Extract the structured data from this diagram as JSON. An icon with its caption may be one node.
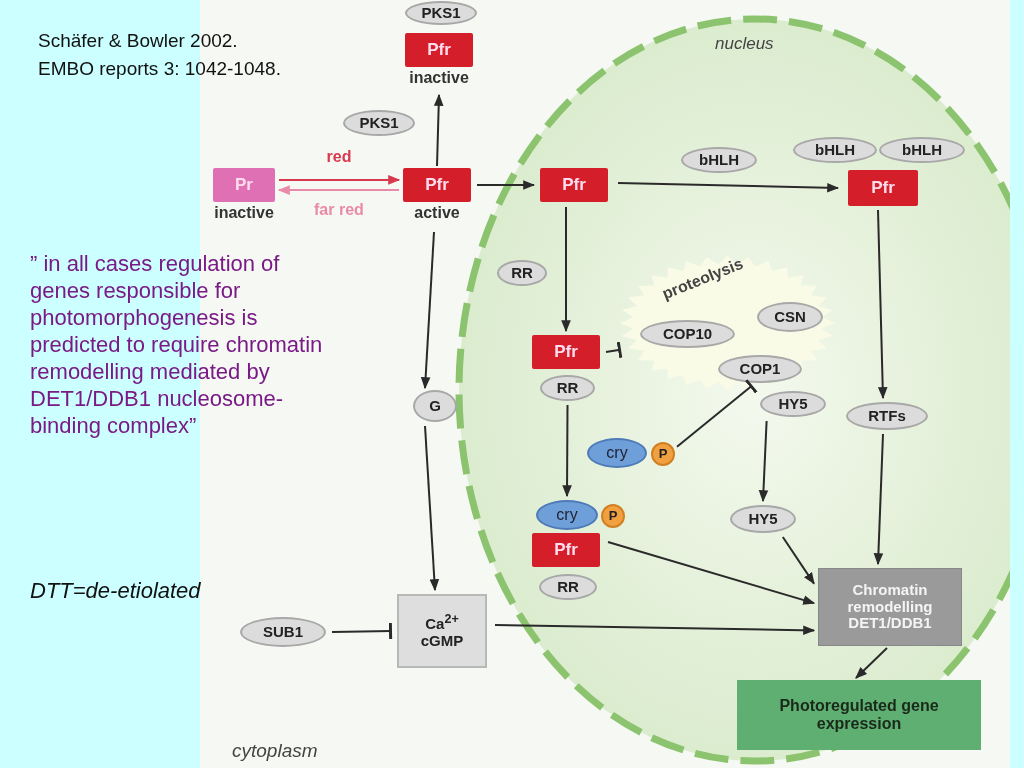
{
  "diagram": {
    "nodes": [
      {
        "text": [
          "nucleus"
        ]
      },
      {
        "text": [
          "PKS1"
        ]
      },
      {
        "text": [
          "Pfr"
        ],
        "beside": [
          "inactive"
        ]
      },
      {
        "text": [
          "PKS1"
        ]
      },
      {
        "text": [
          "Pr"
        ],
        "beside": [
          "inactive"
        ]
      },
      {
        "text": [
          "Pfr"
        ],
        "beside": [
          "active"
        ]
      },
      {
        "text": [
          "Pfr"
        ],
        "in": 0
      },
      {
        "text": [
          "bHLH"
        ],
        "in": 0
      },
      {
        "text": [
          "bHLH"
        ],
        "in": 0
      },
      {
        "text": [
          "bHLH"
        ],
        "in": 0
      },
      {
        "text": [
          "Pfr"
        ],
        "in": 0
      },
      {
        "text": [
          "RR"
        ],
        "in": 0
      },
      {
        "text": [
          "proteolysis"
        ],
        "in": 0
      },
      {
        "text": [
          "CSN"
        ],
        "in": 12
      },
      {
        "text": [
          "COP10"
        ],
        "in": 12
      },
      {
        "text": [
          "COP1"
        ],
        "in": 12
      },
      {
        "text": [
          "Pfr"
        ],
        "in": 0
      },
      {
        "text": [
          "RR"
        ],
        "in": 0
      },
      {
        "text": [
          "HY5"
        ],
        "in": 0
      },
      {
        "text": [
          "RTFs"
        ],
        "in": 0
      },
      {
        "text": [
          "G"
        ]
      },
      {
        "text": [
          "cry"
        ],
        "in": 0
      },
      {
        "text": [
          "P"
        ],
        "in": 0
      },
      {
        "text": [
          "cry"
        ],
        "in": 0
      },
      {
        "text": [
          "P"
        ],
        "in": 0
      },
      {
        "text": [
          "Pfr"
        ],
        "in": 0
      },
      {
        "text": [
          "RR"
        ],
        "in": 0
      },
      {
        "text": [
          "HY5"
        ],
        "in": 0
      },
      {
        "text": [
          "Chromatin remodelling DET1/DDB1"
        ],
        "in": 0
      },
      {
        "text": [
          "SUB1"
        ]
      },
      {
        "text": [
          "Ca$^{2+}$ cGMP"
        ]
      },
      {
        "text": [
          "Photoregulated gene expression"
        ],
        "in": 0
      }
    ],
    "edges": [
      {
        "from": 5,
        "to": 2,
        "arrow": "to"
      },
      {
        "from": 4,
        "to": 5,
        "arrow": "to",
        "label": "red",
        "color": "#d8394e"
      },
      {
        "from": 5,
        "to": 4,
        "arrow": "to",
        "label": "far red",
        "color": "#ea8aaa"
      },
      {
        "from": 5,
        "to": 6,
        "arrow": "to"
      },
      {
        "from": 6,
        "to": 10,
        "arrow": "to"
      },
      {
        "from": 6,
        "to": 16,
        "arrow": "to"
      },
      {
        "from": 16,
        "to": 12,
        "arrow": "other"
      },
      {
        "from": 5,
        "to": 20,
        "arrow": "to"
      },
      {
        "from": 20,
        "to": 30,
        "arrow": "to"
      },
      {
        "from": 29,
        "to": 30,
        "arrow": "other"
      },
      {
        "from": 30,
        "to": 28,
        "arrow": "to"
      },
      {
        "from": 17,
        "to": 23,
        "arrow": "to"
      },
      {
        "from": 22,
        "to": 15,
        "arrow": "other"
      },
      {
        "from": 18,
        "to": 27,
        "arrow": "to"
      },
      {
        "from": 27,
        "to": 28,
        "arrow": "to"
      },
      {
        "from": 25,
        "to": 28,
        "arrow": "to"
      },
      {
        "from": 10,
        "to": 19,
        "arrow": "to"
      },
      {
        "from": 19,
        "to": 28,
        "arrow": "to"
      },
      {
        "from": 28,
        "to": 31,
        "arrow": "to"
      }
    ],
    "labels": [
      "Schäfer & Bowler 2002.",
      "EMBO reports 3: 1042-1048.",
      "” in all cases regulation of genes responsible for photomorphogenesis is predicted to require chromatin remodelling mediated by DET1/DDB1 nucleosome-binding complex”",
      "DTT=de-etiolated",
      "cytoplasm"
    ]
  }
}
